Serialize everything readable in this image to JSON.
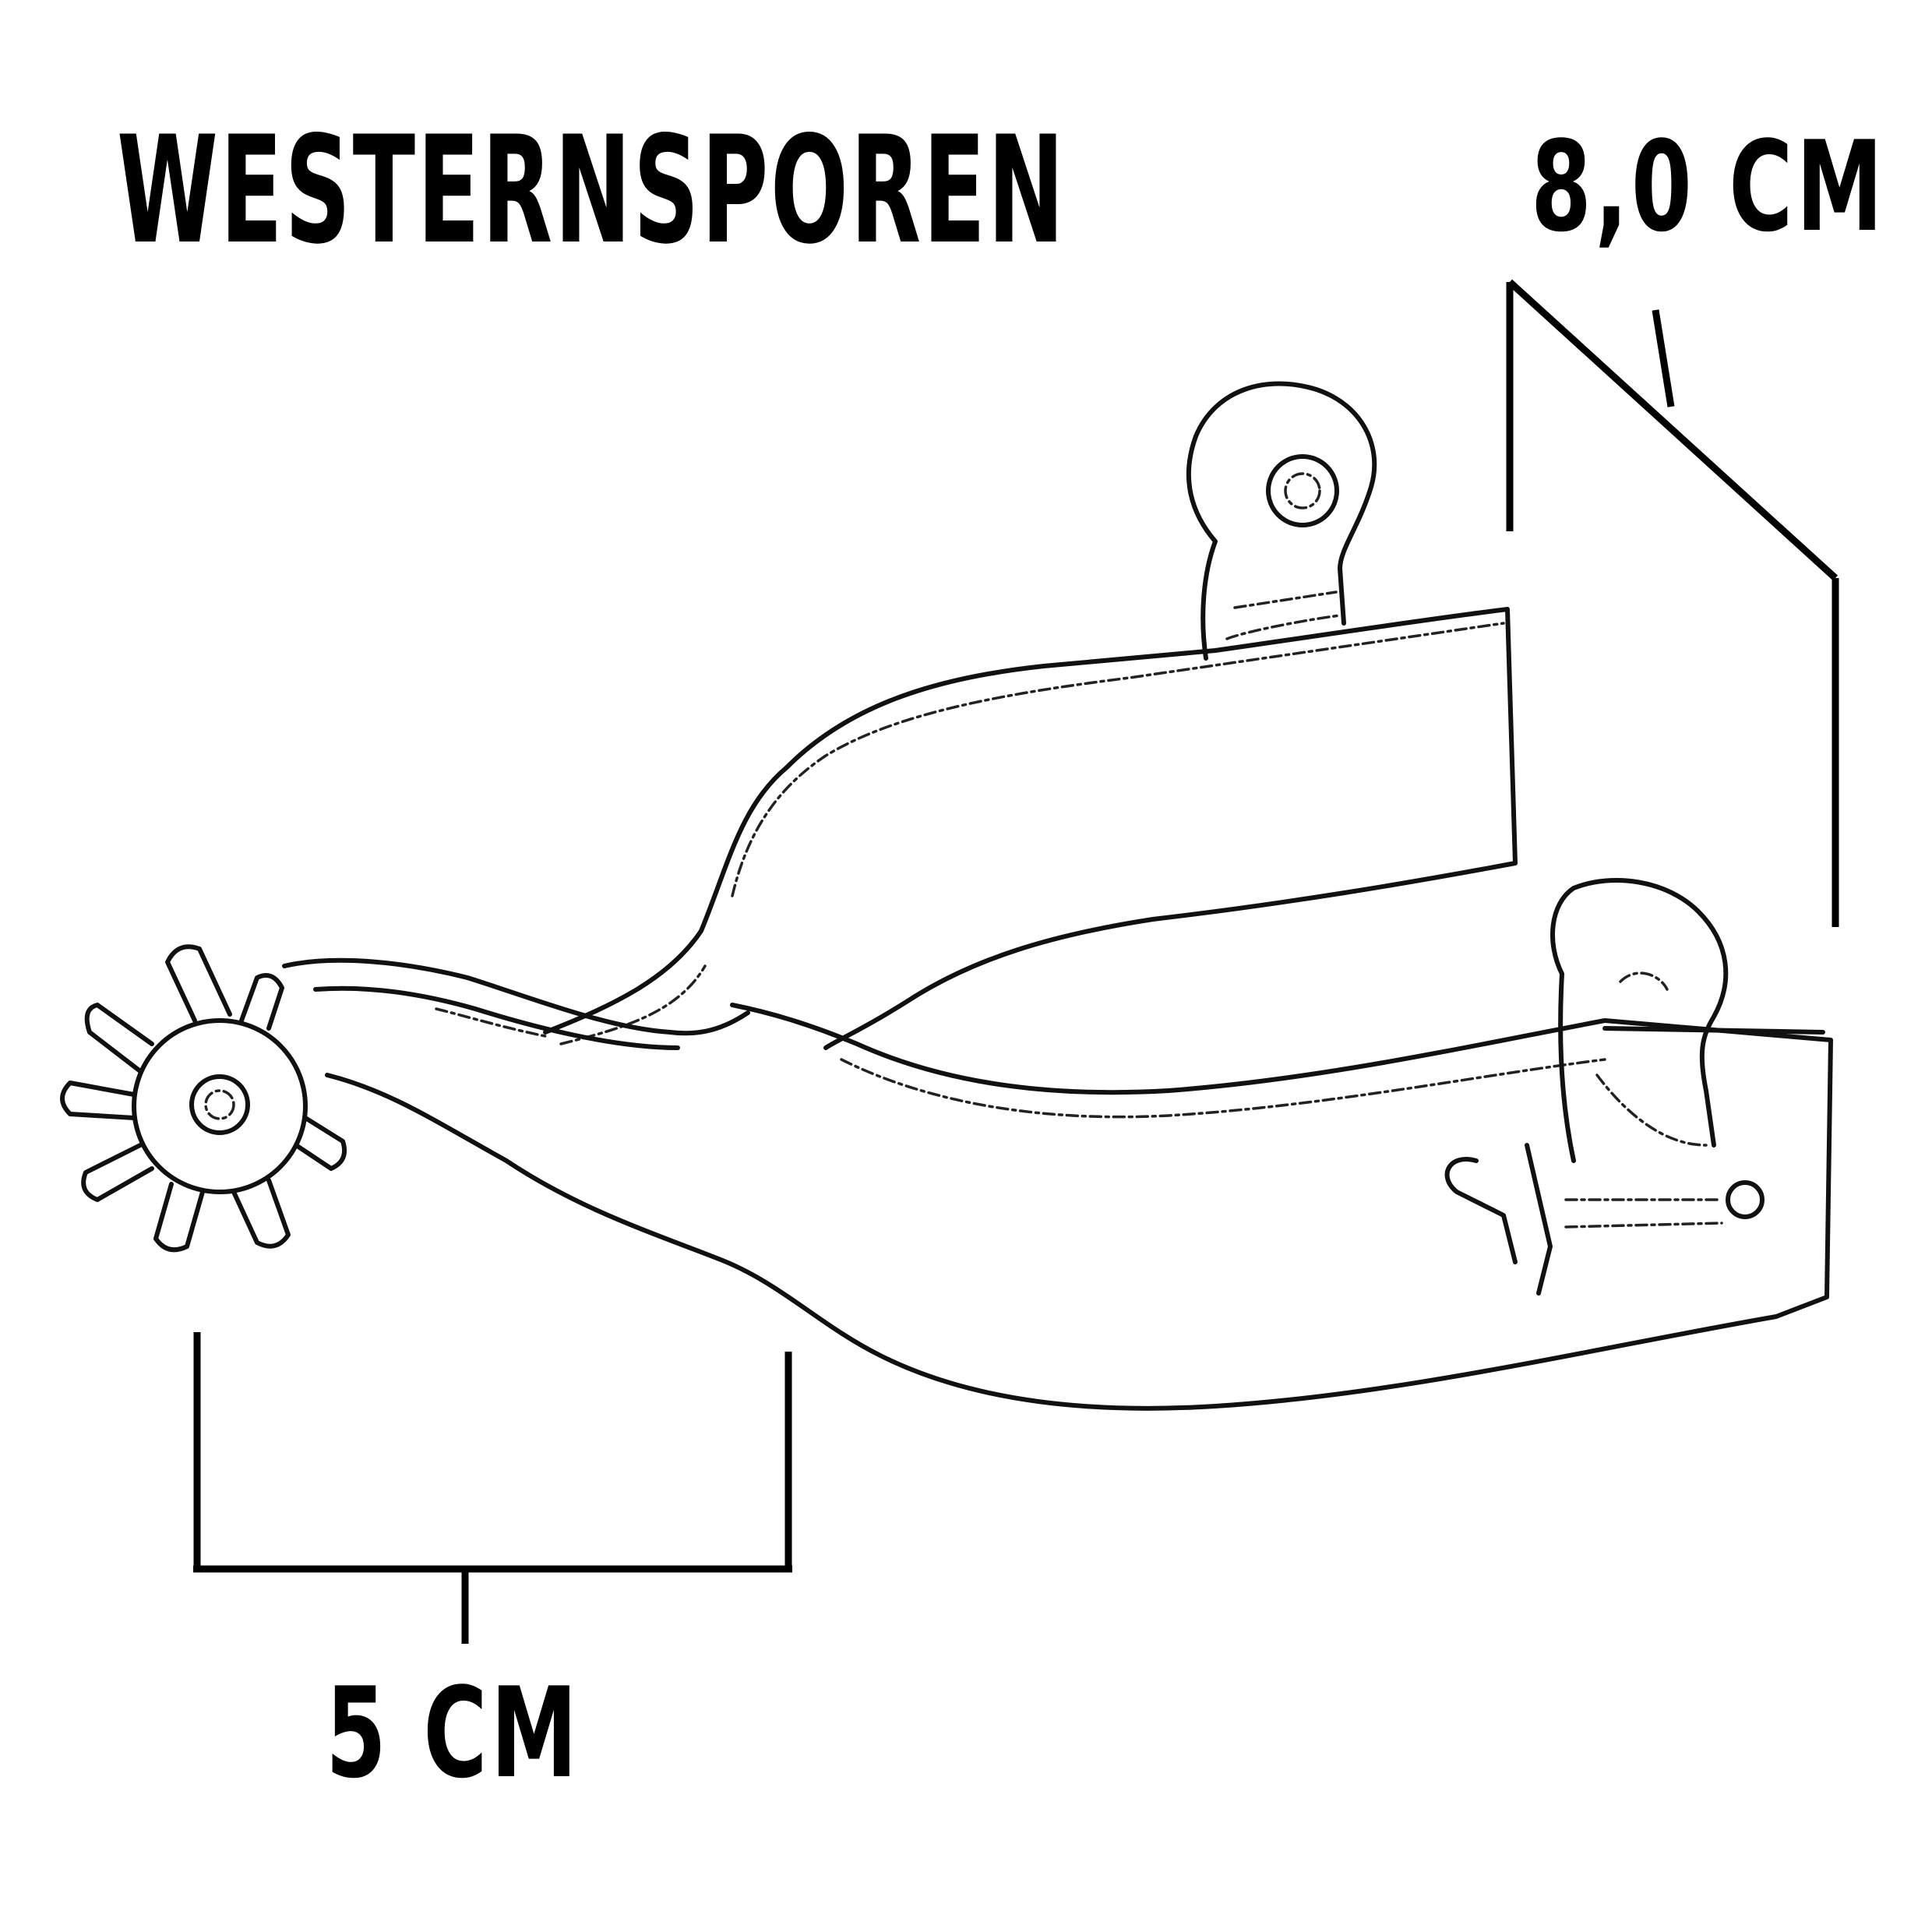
{
  "title": "WESTERNSPOREN",
  "dimensions": {
    "width_label": "8,0 CM",
    "neck_label": "5 CM"
  },
  "colors": {
    "ink": "#000000",
    "background": "#ffffff"
  }
}
